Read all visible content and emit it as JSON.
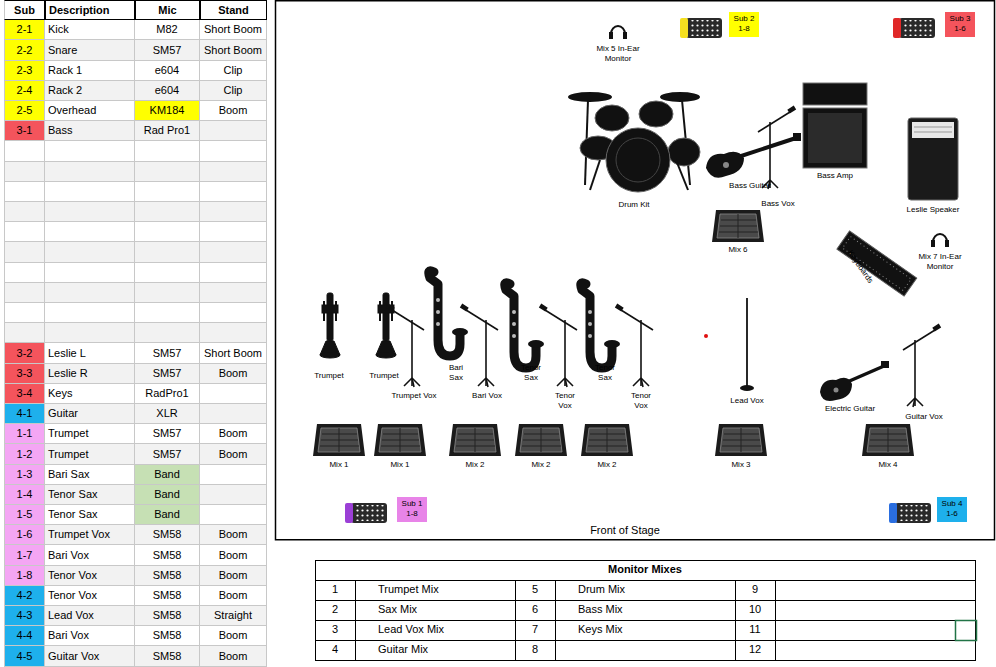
{
  "diagram": {
    "nodes": [
      {
        "text": [
          "Sub 2",
          "1-8"
        ]
      },
      {
        "text": [
          "Sub 3",
          "1-6"
        ]
      },
      {
        "text": [
          "Sub 1",
          "1-8"
        ]
      },
      {
        "text": [
          "Sub 4",
          "1-6"
        ]
      }
    ],
    "labels": [
      "Sub",
      "Description",
      "Mic",
      "Stand",
      "2-1",
      "Kick",
      "M82",
      "Short Boom",
      "2-2",
      "Snare",
      "SM57",
      "Short Boom",
      "2-3",
      "Rack 1",
      "e604",
      "Clip",
      "2-4",
      "Rack 2",
      "e604",
      "Clip",
      "2-5",
      "Overhead",
      "KM184",
      "Boom",
      "3-1",
      "Bass",
      "Rad Pro1",
      "3-2",
      "Leslie L",
      "SM57",
      "Short Boom",
      "3-3",
      "Leslie R",
      "SM57",
      "Boom",
      "3-4",
      "Keys",
      "RadPro1",
      "4-1",
      "Guitar",
      "XLR",
      "1-1",
      "Trumpet",
      "SM57",
      "Boom",
      "1-2",
      "Trumpet",
      "SM57",
      "Boom",
      "1-3",
      "Bari Sax",
      "Band",
      "1-4",
      "Tenor Sax",
      "Band",
      "1-5",
      "Tenor Sax",
      "Band",
      "1-6",
      "Trumpet Vox",
      "SM58",
      "Boom",
      "1-7",
      "Bari Vox",
      "SM58",
      "Boom",
      "1-8",
      "Tenor Vox",
      "SM58",
      "Boom",
      "4-2",
      "Tenor Vox",
      "SM58",
      "Boom",
      "4-3",
      "Lead Vox",
      "SM58",
      "Straight",
      "4-4",
      "Bari Vox",
      "SM58",
      "Boom",
      "4-5",
      "Guitar Vox",
      "SM58",
      "Boom",
      "Mix 5 In-Ear Monitor",
      "Drum Kit",
      "Bass Guitar",
      "Bass Vox",
      "Bass Amp",
      "Leslie Speaker",
      "Mix 6",
      "Keyboards",
      "Mix 7 In-Ear Monitor",
      "Trumpet",
      "Trumpet",
      "Trumpet Vox",
      "Bari Sax",
      "Bari Vox",
      "Tenor Sax",
      "Tenor Vox",
      "Tenor Sax",
      "Tenor Vox",
      "Lead Vox",
      "Electric Guitar",
      "Guitar Vox",
      "Mix 1",
      "Mix 1",
      "Mix 2",
      "Mix 2",
      "Mix 2",
      "Mix 3",
      "Mix 4",
      "Front of Stage",
      "Monitor Mixes",
      "1",
      "Trumpet Mix",
      "5",
      "Drum Mix",
      "9",
      "2",
      "Sax Mix",
      "6",
      "Bass Mix",
      "10",
      "3",
      "Lead Vox Mix",
      "7",
      "Keys Mix",
      "11",
      "4",
      "Guitar Mix",
      "8",
      "12"
    ]
  }
}
